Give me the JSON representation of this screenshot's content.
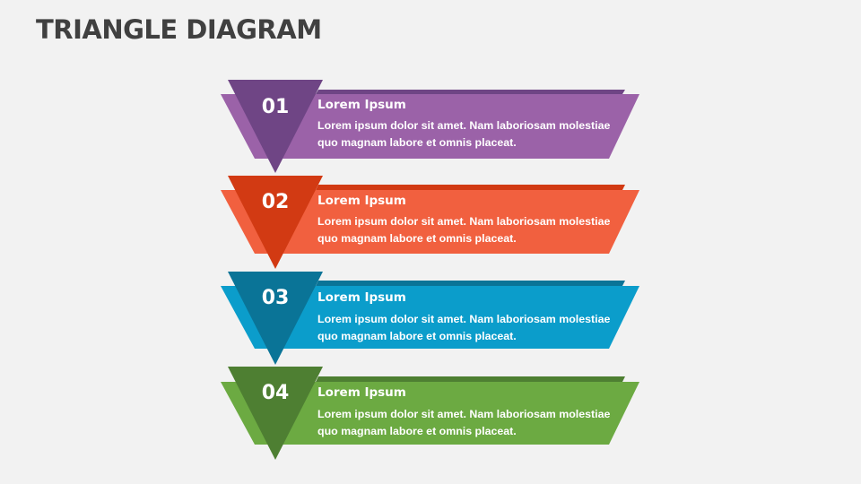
{
  "title": "TRIANGLE DIAGRAM",
  "items": [
    {
      "number": "01",
      "heading": "Lorem Ipsum",
      "text": "Lorem ipsum dolor sit amet. Nam laboriosam molestiae quo magnam labore et omnis placeat.",
      "colors": {
        "band": "#9b62a8",
        "dark": "#6f4585"
      }
    },
    {
      "number": "02",
      "heading": "Lorem Ipsum",
      "text": "Lorem ipsum dolor sit amet. Nam laboriosam molestiae quo magnam labore et omnis placeat.",
      "colors": {
        "band": "#f1603f",
        "dark": "#d23a13"
      }
    },
    {
      "number": "03",
      "heading": "Lorem Ipsum",
      "text": "Lorem ipsum dolor sit amet. Nam laboriosam molestiae quo magnam labore et omnis placeat.",
      "colors": {
        "band": "#0b9dcb",
        "dark": "#0a7497"
      }
    },
    {
      "number": "04",
      "heading": "Lorem Ipsum",
      "text": "Lorem ipsum dolor sit amet. Nam laboriosam molestiae quo magnam labore et omnis placeat.",
      "colors": {
        "band": "#6caa42",
        "dark": "#4e7f32"
      }
    }
  ]
}
